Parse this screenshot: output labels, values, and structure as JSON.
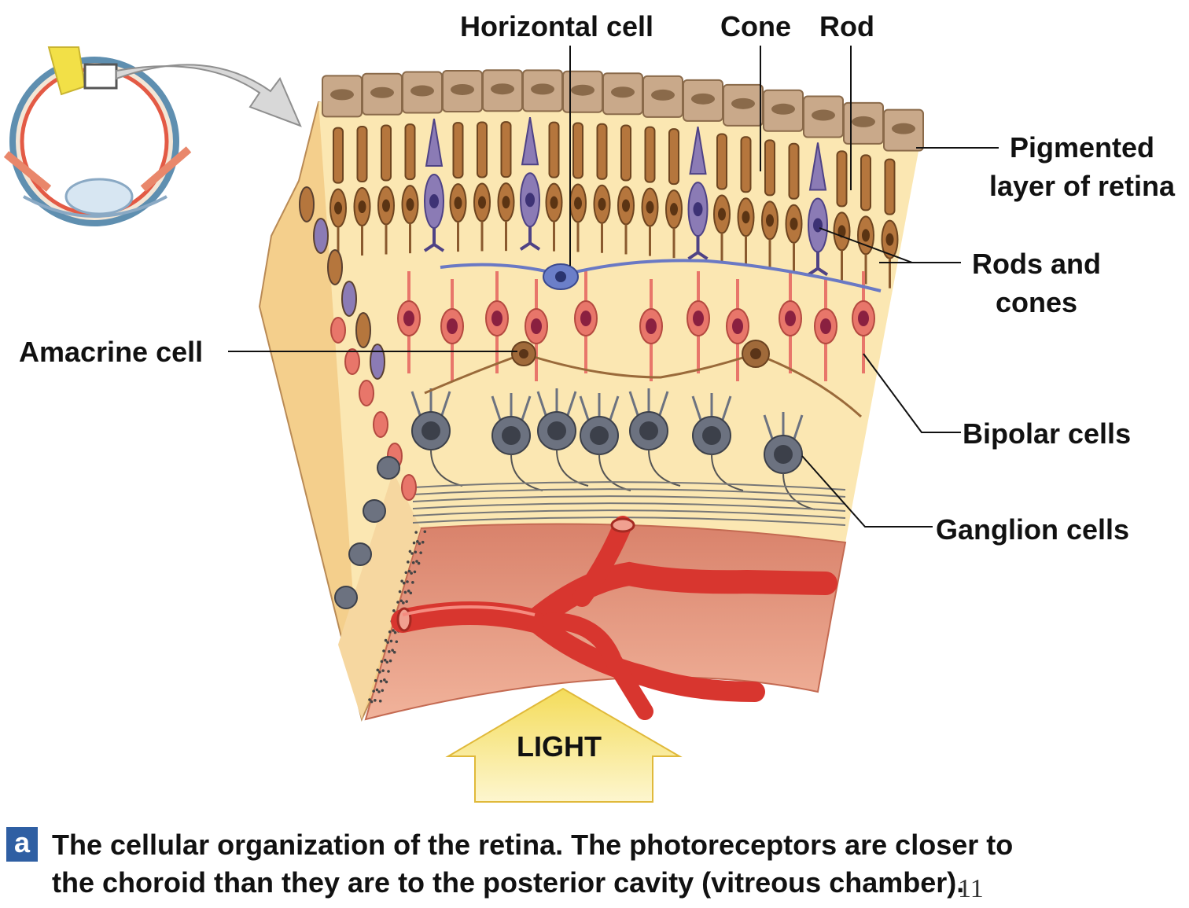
{
  "labels": {
    "horizontal_cell": "Horizontal cell",
    "cone": "Cone",
    "rod": "Rod",
    "pigmented_line1": "Pigmented",
    "pigmented_line2": "layer of retina",
    "rods_cones_line1": "Rods and",
    "rods_cones_line2": "cones",
    "amacrine_cell": "Amacrine cell",
    "bipolar_cells": "Bipolar cells",
    "ganglion_cells": "Ganglion cells",
    "light": "LIGHT"
  },
  "caption": {
    "badge": "a",
    "line1": "The cellular organization of the retina. The photoreceptors are closer to",
    "line2": "the choroid than they are to the posterior cavity (vitreous chamber)."
  },
  "page_number": "11",
  "colors": {
    "pigment": "#c9a98a",
    "rod": "#b5763d",
    "cone": "#8b7bb5",
    "bipolar": "#e8766a",
    "ganglion": "#6c7280",
    "choroid": "#e08a6c",
    "vessel": "#e2413a",
    "background_layer": "#fbe7b2",
    "light_arrow": "#f6e27a",
    "badge": "#2f5fa3"
  }
}
